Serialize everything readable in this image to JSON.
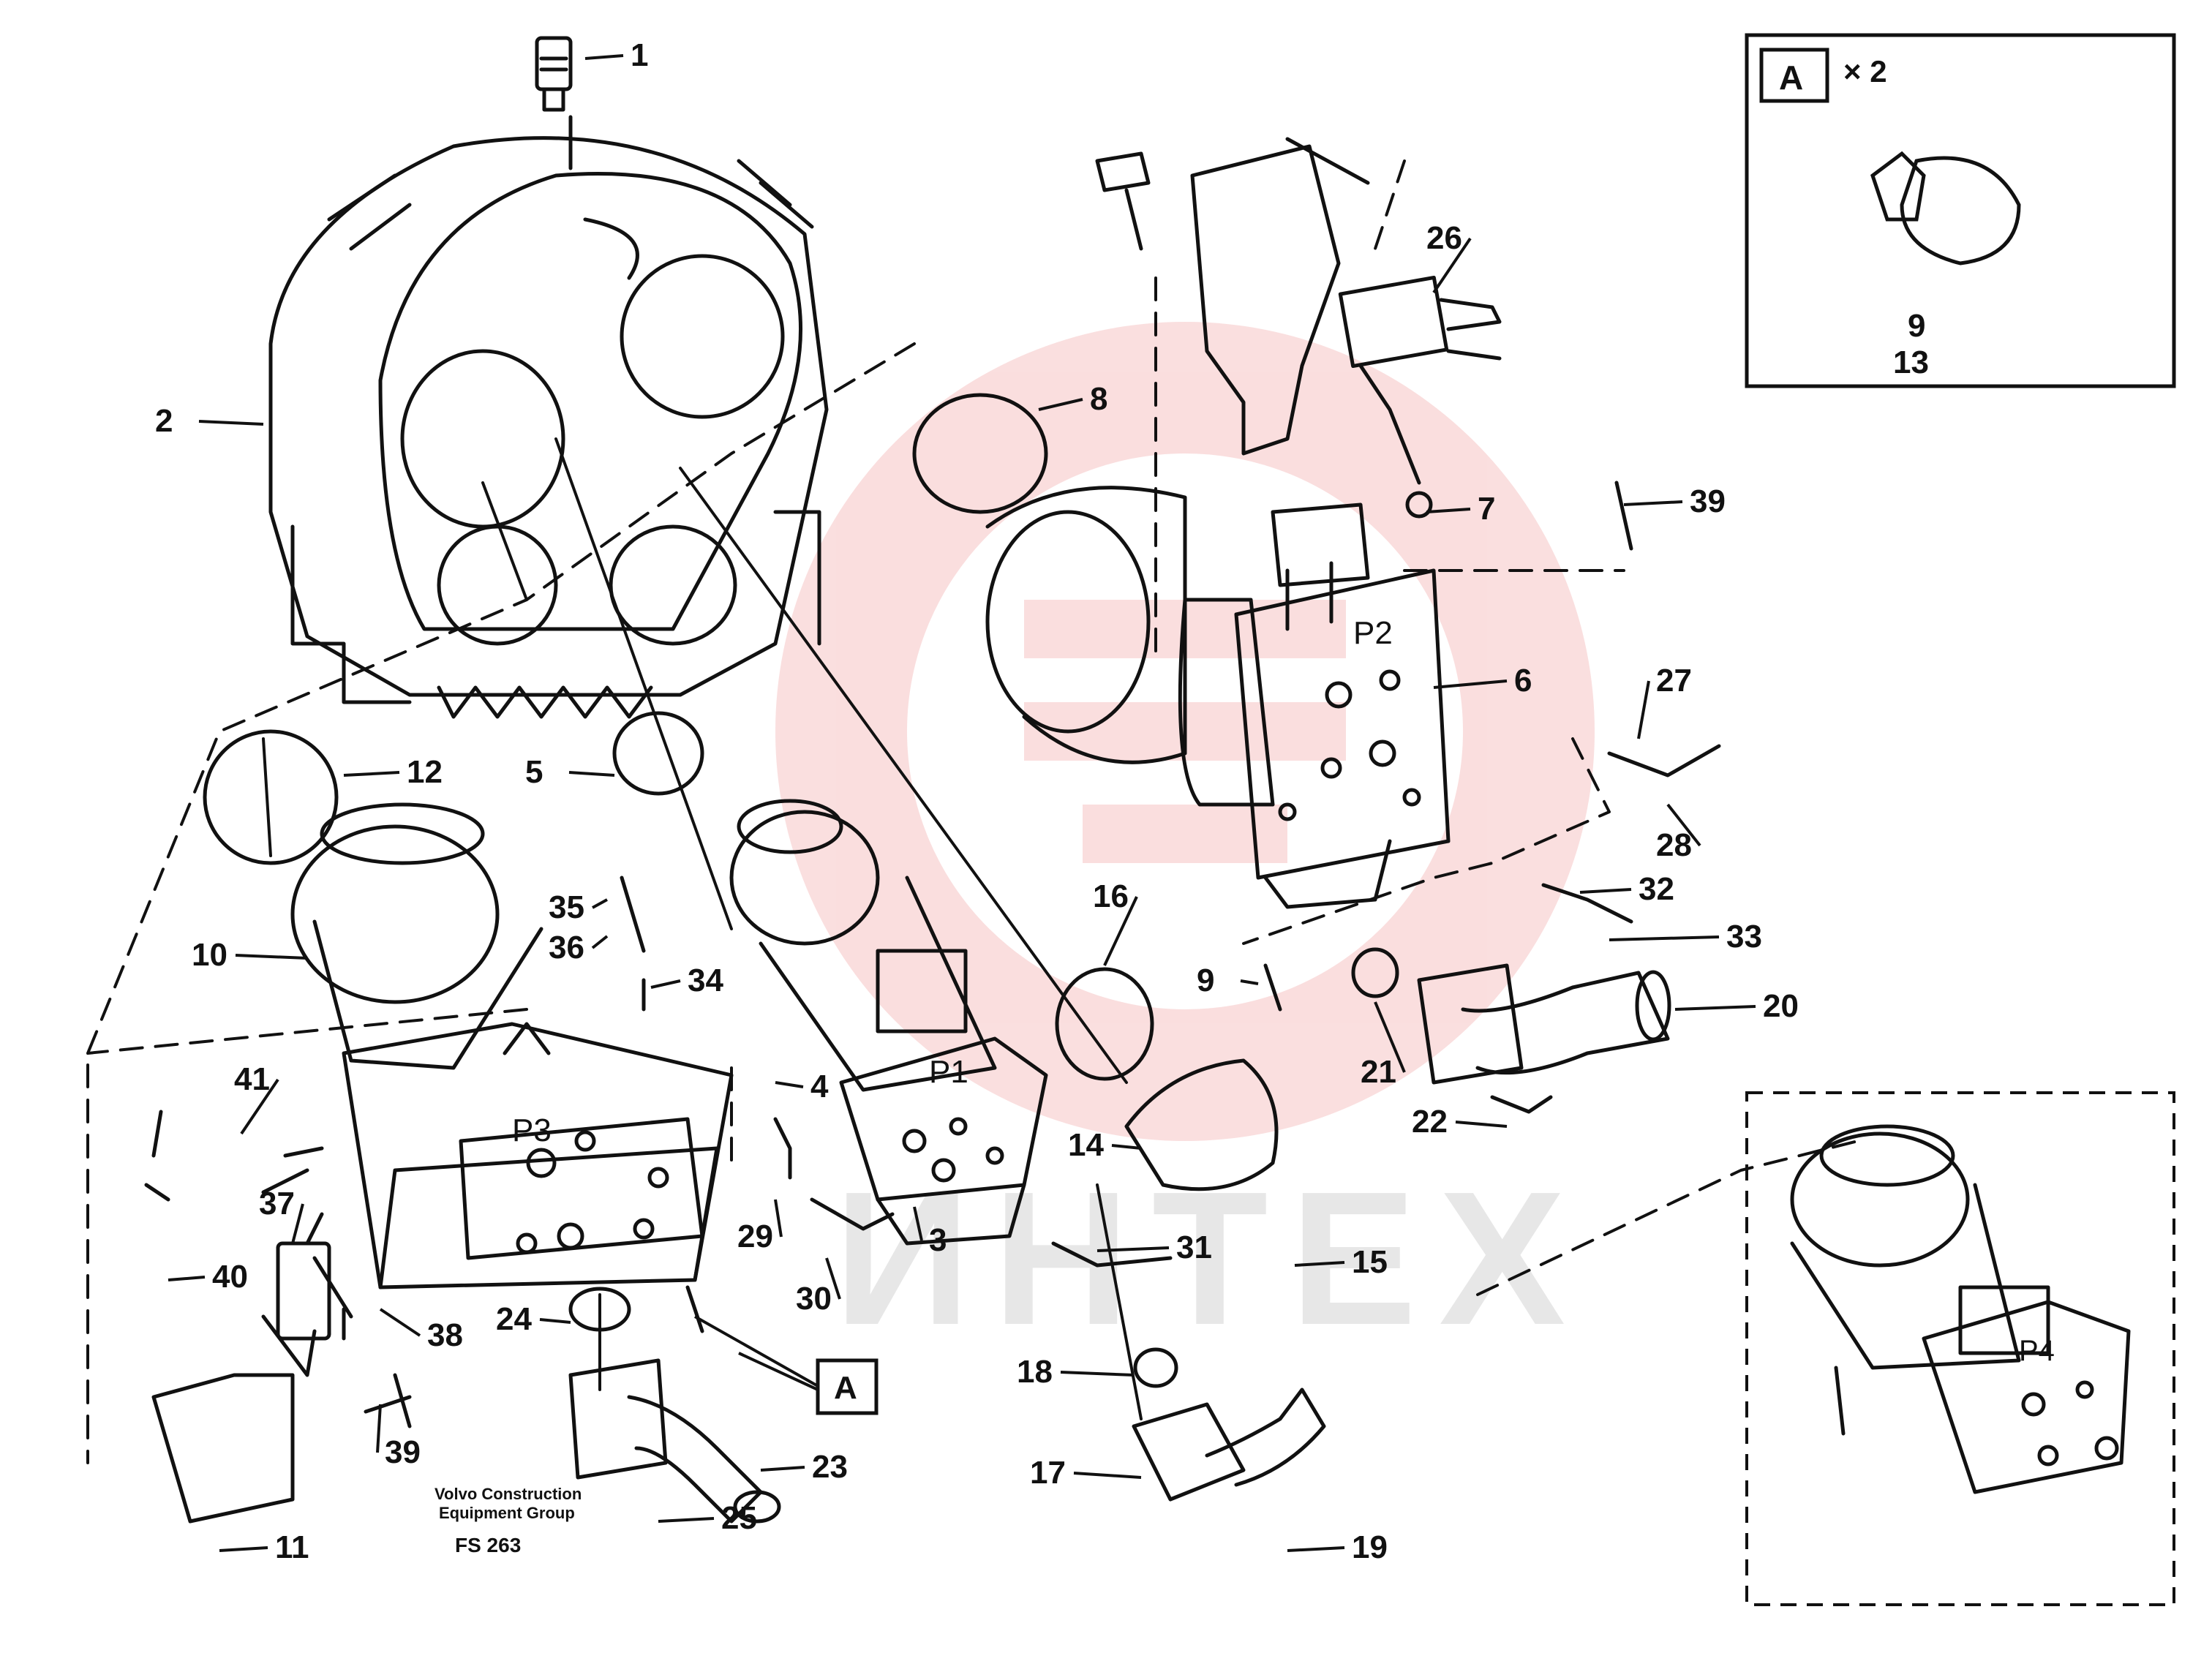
{
  "diagram": {
    "labels": [
      "1",
      "2",
      "3",
      "4",
      "5",
      "6",
      "7",
      "8",
      "9",
      "10",
      "11",
      "12",
      "14",
      "15",
      "16",
      "17",
      "18",
      "19",
      "20",
      "21",
      "22",
      "23",
      "24",
      "25",
      "26",
      "27",
      "28",
      "29",
      "30",
      "31",
      "32",
      "33",
      "34",
      "35",
      "36",
      "37",
      "38",
      "39",
      "40",
      "41"
    ],
    "stacked_labels": [
      "35",
      "36",
      "9",
      "13"
    ],
    "pump_marks": [
      "P1",
      "P2",
      "P3",
      "P4"
    ],
    "callout_letter": "A",
    "detail": {
      "letter": "A",
      "quantity": "× 2",
      "labels": [
        "9",
        "13"
      ]
    },
    "footer": [
      "Volvo Construction",
      "Equipment Group",
      "FS 263"
    ],
    "watermark_text": "ИНТЕХ"
  },
  "colors": {
    "line": "#111111",
    "watermark_red": "#f2b6b6",
    "watermark_grey": "#c8c8c8"
  }
}
